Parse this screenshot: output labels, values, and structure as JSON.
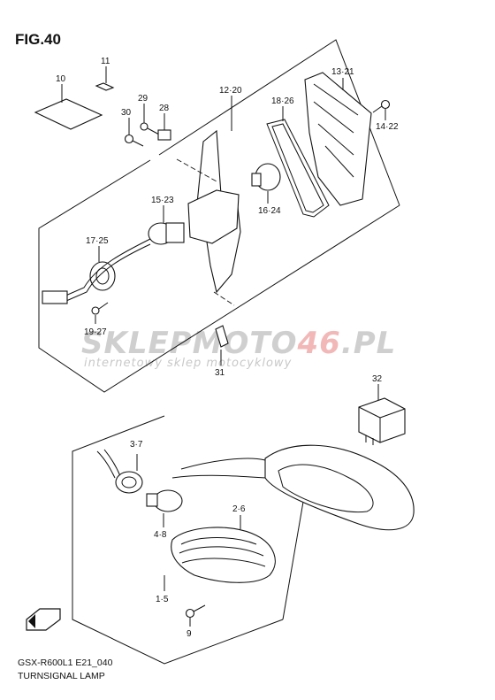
{
  "figure": {
    "title": "FIG.40",
    "code": "GSX-R600L1 E21_040",
    "name": "TURNSIGNAL LAMP"
  },
  "watermark": {
    "main_prefix": "SKLEPMOTO",
    "main_accent": "46",
    "main_suffix": ".PL",
    "subtitle": "internetowy sklep motocyklowy"
  },
  "callouts": [
    {
      "id": "c10",
      "text": "10"
    },
    {
      "id": "c11",
      "text": "11"
    },
    {
      "id": "c29",
      "text": "29"
    },
    {
      "id": "c28",
      "text": "28"
    },
    {
      "id": "c30",
      "text": "30"
    },
    {
      "id": "c12_20",
      "text": "12·20"
    },
    {
      "id": "c18_26",
      "text": "18·26"
    },
    {
      "id": "c13_21",
      "text": "13·21"
    },
    {
      "id": "c14_22",
      "text": "14·22"
    },
    {
      "id": "c16_24",
      "text": "16·24"
    },
    {
      "id": "c15_23",
      "text": "15·23"
    },
    {
      "id": "c17_25",
      "text": "17·25"
    },
    {
      "id": "c19_27",
      "text": "19·27"
    },
    {
      "id": "c31",
      "text": "31"
    },
    {
      "id": "c32",
      "text": "32"
    },
    {
      "id": "c3_7",
      "text": "3·7"
    },
    {
      "id": "c2_6",
      "text": "2·6"
    },
    {
      "id": "c4_8",
      "text": "4·8"
    },
    {
      "id": "c1_5",
      "text": "1·5"
    },
    {
      "id": "c9",
      "text": "9"
    }
  ],
  "direction_badge": {
    "icon": "front-arrow-icon"
  }
}
